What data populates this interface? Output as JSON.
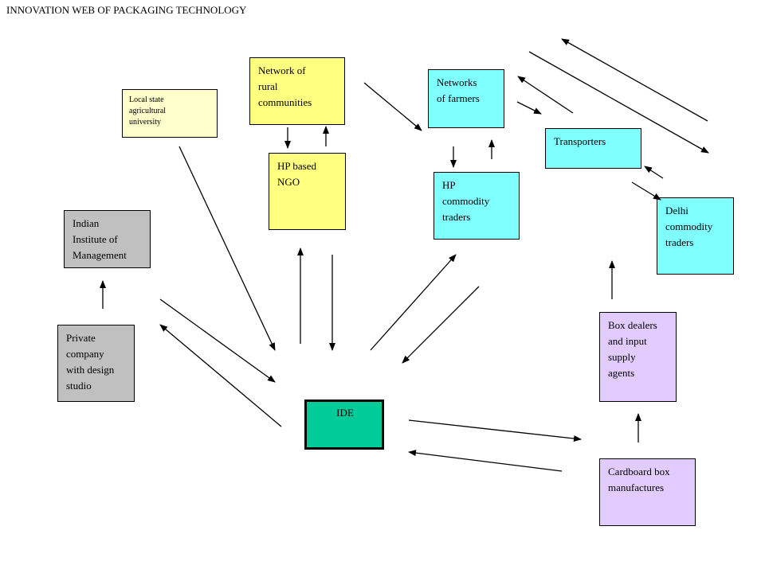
{
  "title": "INNOVATION WEB OF  PACKAGING TECHNOLOGY",
  "nodes": {
    "rural_communities": "Network of\nrural\ncommunities",
    "local_university": "Local state\nagricultural\nuniversity",
    "hp_ngo": "HP based\nNGO",
    "networks_farmers": "Networks\nof farmers",
    "hp_traders": "HP\ncommodity\ntraders",
    "transporters": "Transporters",
    "delhi_traders": "Delhi\ncommodity\ntraders",
    "iim": "Indian\nInstitute of\nManagement",
    "private_company": "Private\ncompany\nwith design\nstudio",
    "ide": "IDE",
    "box_dealers": "Box dealers\nand input\nsupply\nagents",
    "cardboard": "Cardboard box\nmanufactures"
  },
  "colors": {
    "yellow": "#ffff80",
    "light_yellow": "#ffffcc",
    "cyan": "#80ffff",
    "gray": "#c0c0c0",
    "lavender": "#e2ccff",
    "ide_green": "#00cc99"
  }
}
